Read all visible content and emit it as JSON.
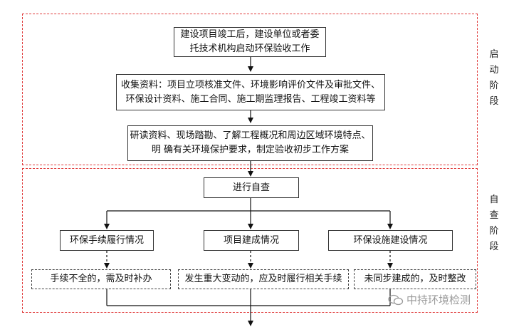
{
  "stages": {
    "startup": {
      "label_chars": [
        "启",
        "动",
        "阶",
        "段"
      ]
    },
    "self_check": {
      "label_chars": [
        "自",
        "查",
        "阶",
        "段"
      ]
    }
  },
  "nodes": {
    "start": {
      "lines": [
        "建设项目竣工后，建设单位或者委",
        "托技术机构启动环保验收工作"
      ]
    },
    "collect": {
      "lines": [
        "收集资料：项目立项核准文件、环境影响评价文件及审批文件、",
        "环保设计资料、施工合同、施工期监理报告、工程竣工资料等"
      ]
    },
    "study": {
      "lines": [
        "研读资料、现场踏勘、了解工程概况和周边区域环境特点、",
        "明  确有关环境保护要求，制定验收初步工作方案"
      ]
    },
    "self_check": {
      "text": "进行自查"
    },
    "branch_procedures": {
      "text": "环保手续履行情况"
    },
    "branch_project": {
      "text": "项目建成情况"
    },
    "branch_facilities": {
      "text": "环保设施建设情况"
    },
    "action_procedures": {
      "text": "手续不全的，需及时补办"
    },
    "action_project": {
      "text": "发生重大变动的，应及时履行相关手续"
    },
    "action_facilities": {
      "text": "未同步建成的，及时整改"
    }
  },
  "watermark": {
    "text": "中持环境检测"
  },
  "colors": {
    "region_border": "#e03a3a",
    "box_border": "#333333",
    "line": "#111111"
  }
}
